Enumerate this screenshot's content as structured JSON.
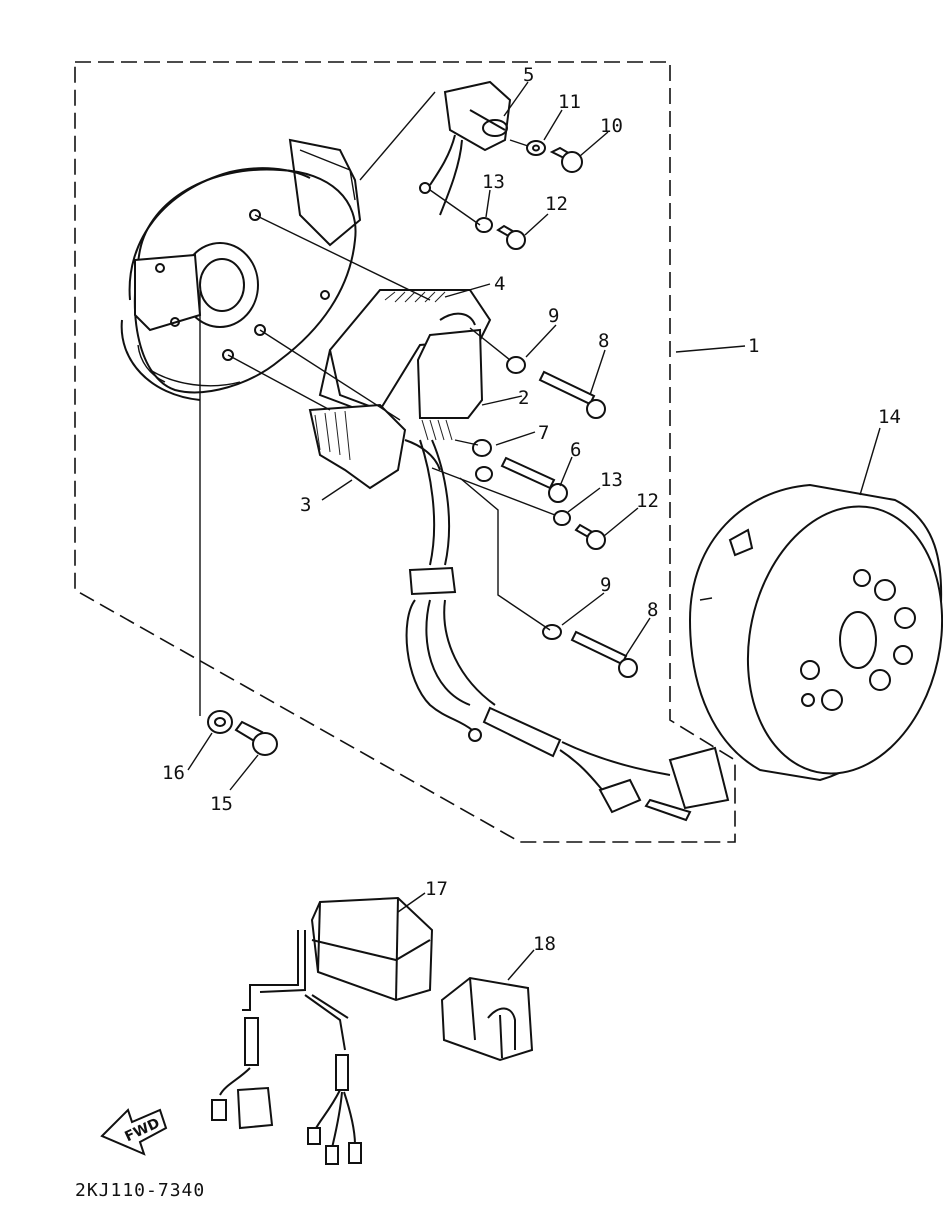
{
  "diagram": {
    "part_code": "2KJ110-7340",
    "direction_arrow": "FWD",
    "callouts": [
      {
        "id": "c1",
        "label": "1"
      },
      {
        "id": "c2",
        "label": "2"
      },
      {
        "id": "c3",
        "label": "3"
      },
      {
        "id": "c4",
        "label": "4"
      },
      {
        "id": "c5",
        "label": "5"
      },
      {
        "id": "c6",
        "label": "6"
      },
      {
        "id": "c7",
        "label": "7"
      },
      {
        "id": "c8a",
        "label": "8"
      },
      {
        "id": "c8b",
        "label": "8"
      },
      {
        "id": "c9a",
        "label": "9"
      },
      {
        "id": "c9b",
        "label": "9"
      },
      {
        "id": "c10",
        "label": "10"
      },
      {
        "id": "c11",
        "label": "11"
      },
      {
        "id": "c12a",
        "label": "12"
      },
      {
        "id": "c12b",
        "label": "12"
      },
      {
        "id": "c13a",
        "label": "13"
      },
      {
        "id": "c13b",
        "label": "13"
      },
      {
        "id": "c14",
        "label": "14"
      },
      {
        "id": "c15",
        "label": "15"
      },
      {
        "id": "c16",
        "label": "16"
      },
      {
        "id": "c17",
        "label": "17"
      },
      {
        "id": "c18",
        "label": "18"
      }
    ]
  }
}
